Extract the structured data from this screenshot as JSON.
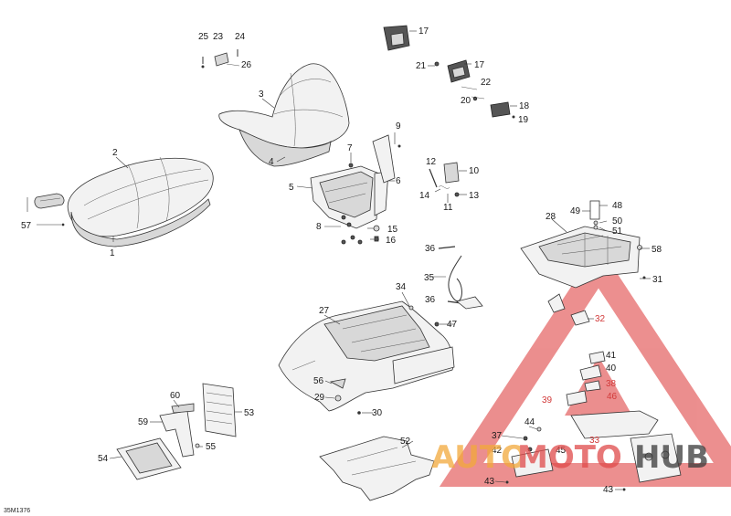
{
  "figure_id": "35M1376",
  "labels": [
    {
      "id": "p1",
      "text": "1"
    },
    {
      "id": "p2",
      "text": "2"
    },
    {
      "id": "p3",
      "text": "3"
    },
    {
      "id": "p4",
      "text": "4"
    },
    {
      "id": "p5",
      "text": "5"
    },
    {
      "id": "p6",
      "text": "6"
    },
    {
      "id": "p7",
      "text": "7"
    },
    {
      "id": "p8",
      "text": "8"
    },
    {
      "id": "p9",
      "text": "9"
    },
    {
      "id": "p10",
      "text": "10"
    },
    {
      "id": "p11",
      "text": "11"
    },
    {
      "id": "p12",
      "text": "12"
    },
    {
      "id": "p13",
      "text": "13"
    },
    {
      "id": "p14",
      "text": "14"
    },
    {
      "id": "p15",
      "text": "15"
    },
    {
      "id": "p16",
      "text": "16"
    },
    {
      "id": "p17a",
      "text": "17"
    },
    {
      "id": "p17b",
      "text": "17"
    },
    {
      "id": "p18",
      "text": "18"
    },
    {
      "id": "p19",
      "text": "19"
    },
    {
      "id": "p20",
      "text": "20"
    },
    {
      "id": "p21",
      "text": "21"
    },
    {
      "id": "p22",
      "text": "22"
    },
    {
      "id": "p23",
      "text": "23"
    },
    {
      "id": "p24",
      "text": "24"
    },
    {
      "id": "p25",
      "text": "25"
    },
    {
      "id": "p26",
      "text": "26"
    },
    {
      "id": "p27",
      "text": "27"
    },
    {
      "id": "p28",
      "text": "28"
    },
    {
      "id": "p29",
      "text": "29"
    },
    {
      "id": "p30",
      "text": "30"
    },
    {
      "id": "p31",
      "text": "31"
    },
    {
      "id": "p32",
      "text": "32"
    },
    {
      "id": "p33",
      "text": "33"
    },
    {
      "id": "p34",
      "text": "34"
    },
    {
      "id": "p35",
      "text": "35"
    },
    {
      "id": "p36a",
      "text": "36"
    },
    {
      "id": "p36b",
      "text": "36"
    },
    {
      "id": "p37",
      "text": "37"
    },
    {
      "id": "p38",
      "text": "38"
    },
    {
      "id": "p39",
      "text": "39"
    },
    {
      "id": "p40",
      "text": "40"
    },
    {
      "id": "p41",
      "text": "41"
    },
    {
      "id": "p42",
      "text": "42"
    },
    {
      "id": "p43a",
      "text": "43"
    },
    {
      "id": "p43b",
      "text": "43"
    },
    {
      "id": "p44",
      "text": "44"
    },
    {
      "id": "p45",
      "text": "45"
    },
    {
      "id": "p46",
      "text": "46"
    },
    {
      "id": "p47",
      "text": "47"
    },
    {
      "id": "p48",
      "text": "48"
    },
    {
      "id": "p49",
      "text": "49"
    },
    {
      "id": "p50",
      "text": "50"
    },
    {
      "id": "p51",
      "text": "51"
    },
    {
      "id": "p52",
      "text": "52"
    },
    {
      "id": "p53",
      "text": "53"
    },
    {
      "id": "p54",
      "text": "54"
    },
    {
      "id": "p55",
      "text": "55"
    },
    {
      "id": "p56",
      "text": "56"
    },
    {
      "id": "p57",
      "text": "57"
    },
    {
      "id": "p58",
      "text": "58"
    },
    {
      "id": "p59",
      "text": "59"
    },
    {
      "id": "p60",
      "text": "60"
    }
  ],
  "watermark": {
    "part1": "AUTO",
    "part2": "MOTO",
    "part3": "HUB",
    "color_orange": "#f2a93b",
    "color_red": "#e04a4a",
    "color_dark": "#3a3a3a"
  }
}
